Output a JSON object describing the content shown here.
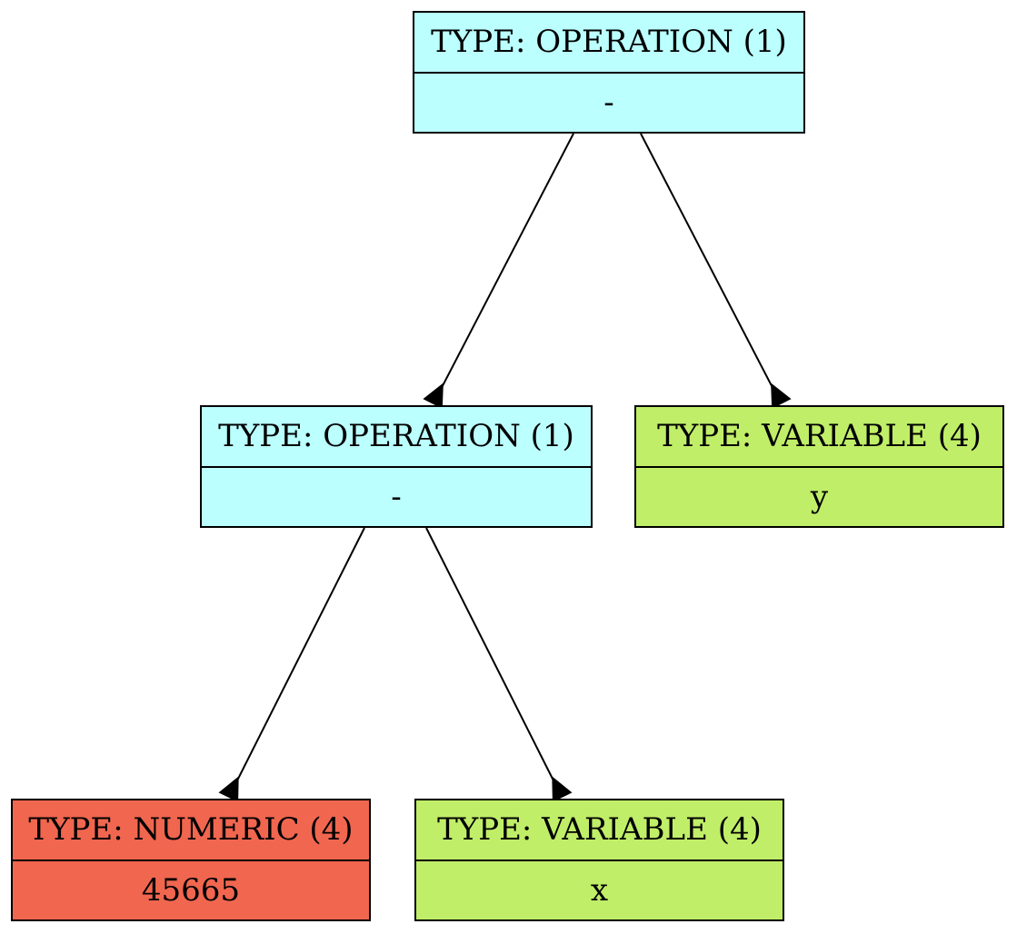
{
  "colors": {
    "operation": "#bbffff",
    "variable": "#c0ee68",
    "numeric": "#f0664f",
    "edge": "#000000"
  },
  "nodes": {
    "root": {
      "type_label": "TYPE: OPERATION (1)",
      "value": "-",
      "kind": "operation"
    },
    "op2": {
      "type_label": "TYPE: OPERATION (1)",
      "value": "-",
      "kind": "operation"
    },
    "var_y": {
      "type_label": "TYPE: VARIABLE (4)",
      "value": "y",
      "kind": "variable"
    },
    "num": {
      "type_label": "TYPE: NUMERIC (4)",
      "value": "45665",
      "kind": "numeric"
    },
    "var_x": {
      "type_label": "TYPE: VARIABLE (4)",
      "value": "x",
      "kind": "variable"
    }
  },
  "edges": [
    {
      "from": "root",
      "to": "op2"
    },
    {
      "from": "root",
      "to": "var_y"
    },
    {
      "from": "op2",
      "to": "num"
    },
    {
      "from": "op2",
      "to": "var_x"
    }
  ]
}
